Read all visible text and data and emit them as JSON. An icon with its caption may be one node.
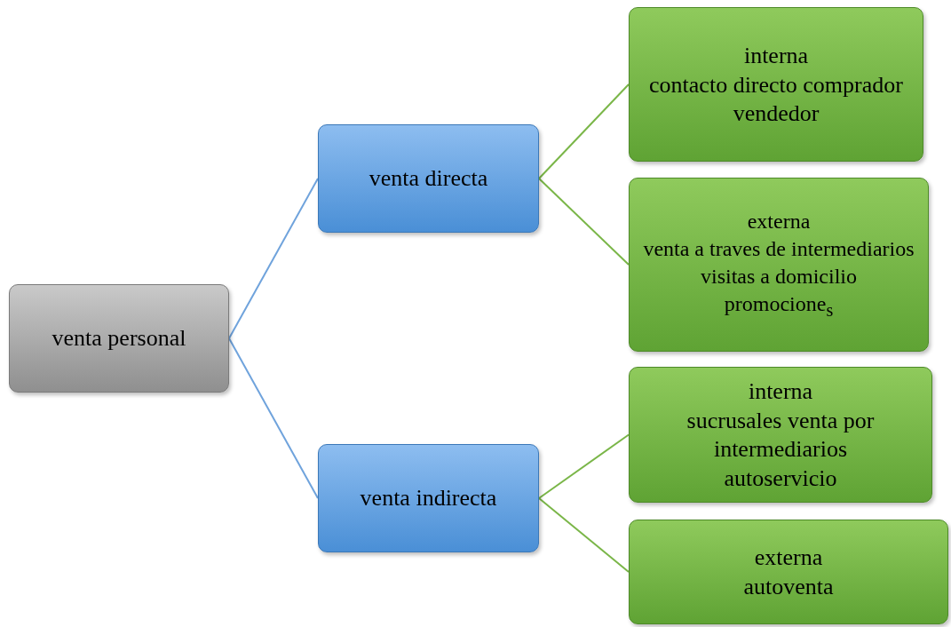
{
  "diagram": {
    "nodes": [
      {
        "text": [
          "venta personal"
        ]
      },
      {
        "text": [
          "venta directa"
        ]
      },
      {
        "text": [
          "venta indirecta"
        ]
      },
      {
        "text": [
          "interna",
          "contacto directo comprador vendedor"
        ]
      },
      {
        "text": [
          "externa",
          "venta a traves de intermediarios",
          "visitas a domicilio",
          "promocione$_{s}$"
        ]
      },
      {
        "text": [
          "interna",
          "sucrusales venta por intermediarios",
          "autoservicio"
        ]
      },
      {
        "text": [
          "externa",
          "autoventa"
        ]
      }
    ],
    "edges": [
      {
        "from": 0,
        "to": 1,
        "arrow": "none",
        "color": "#6fa3dc"
      },
      {
        "from": 0,
        "to": 2,
        "arrow": "none",
        "color": "#6fa3dc"
      },
      {
        "from": 1,
        "to": 3,
        "arrow": "none"
      },
      {
        "from": 1,
        "to": 4,
        "arrow": "none"
      },
      {
        "from": 2,
        "to": 5,
        "arrow": "none"
      },
      {
        "from": 2,
        "to": 6,
        "arrow": "none"
      }
    ]
  }
}
